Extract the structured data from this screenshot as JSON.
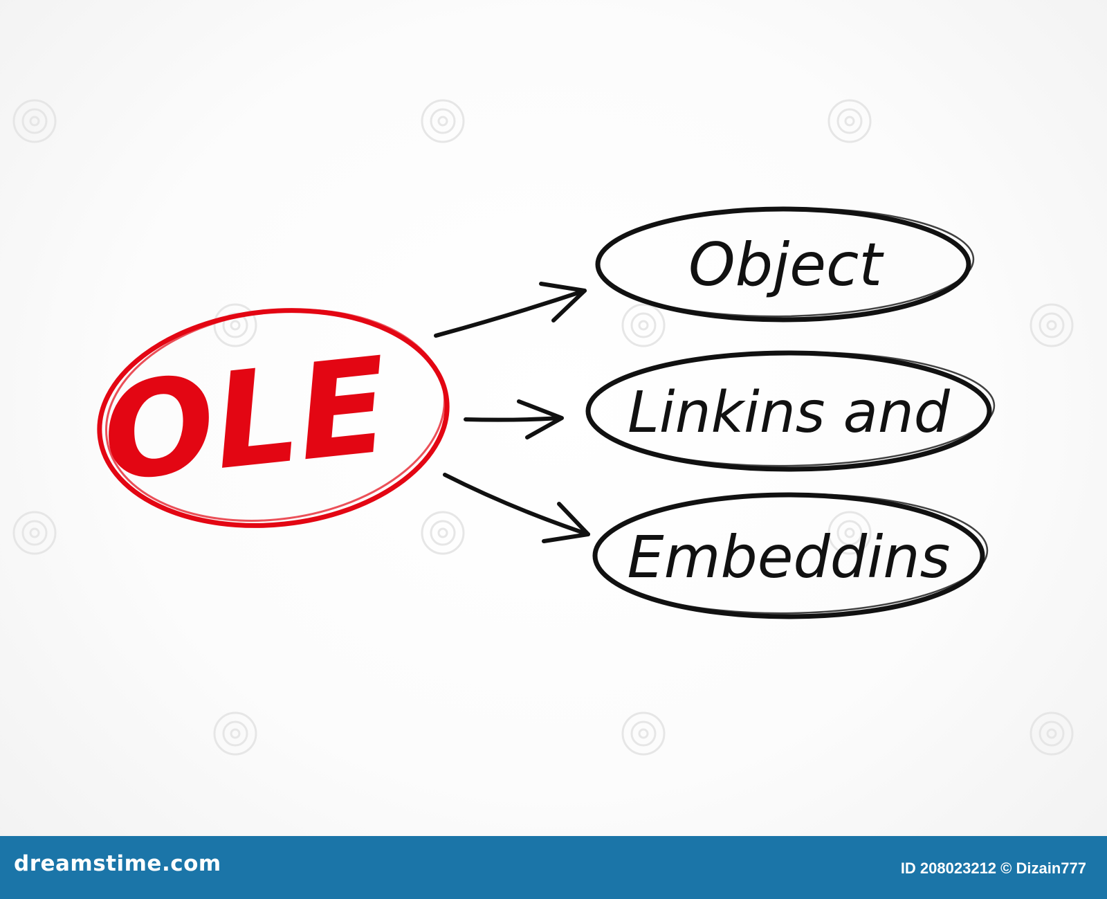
{
  "diagram": {
    "center": {
      "label": "OLE",
      "color": "#e30613"
    },
    "nodes": [
      {
        "label": "Object"
      },
      {
        "label": "Linkins and"
      },
      {
        "label": "Embeddins"
      }
    ],
    "stroke_color": "#111111"
  },
  "footer": {
    "logo": "dreamstime.com",
    "image_id": "ID 208023212",
    "credit": "© Dizain777",
    "background": "#1b75a8"
  }
}
